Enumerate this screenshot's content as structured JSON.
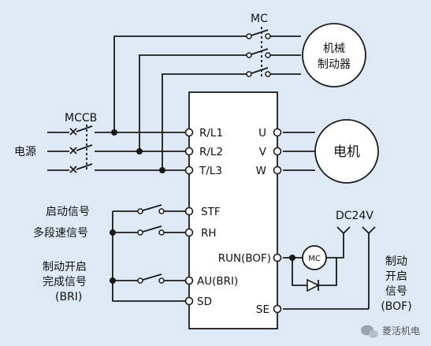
{
  "labels": {
    "mc": "MC",
    "mccb": "MCCB",
    "power": "电源",
    "brake_line1": "机械",
    "brake_line2": "制动器",
    "motor": "电机",
    "dc24v": "DC24V",
    "mc_coil": "MC",
    "start_signal": "启动信号",
    "multi_speed": "多段速信号",
    "brake_open_l1": "制动开启",
    "brake_open_l2": "完成信号",
    "brake_open_l3": "(BRI)",
    "brake_sig_l1": "制动",
    "brake_sig_l2": "开启",
    "brake_sig_l3": "信号",
    "brake_sig_l4": "(BOF)"
  },
  "terminals": {
    "rl1": "R/L1",
    "rl2": "R/L2",
    "tl3": "T/L3",
    "u": "U",
    "v": "V",
    "w": "W",
    "stf": "STF",
    "rh": "RH",
    "run_bof": "RUN(BOF)",
    "au_bri": "AU(BRI)",
    "sd": "SD",
    "se": "SE"
  },
  "watermark": "菱活机电",
  "colors": {
    "background": "#dfe9f5",
    "line": "#1a1a1a",
    "box_fill": "#ffffff"
  }
}
